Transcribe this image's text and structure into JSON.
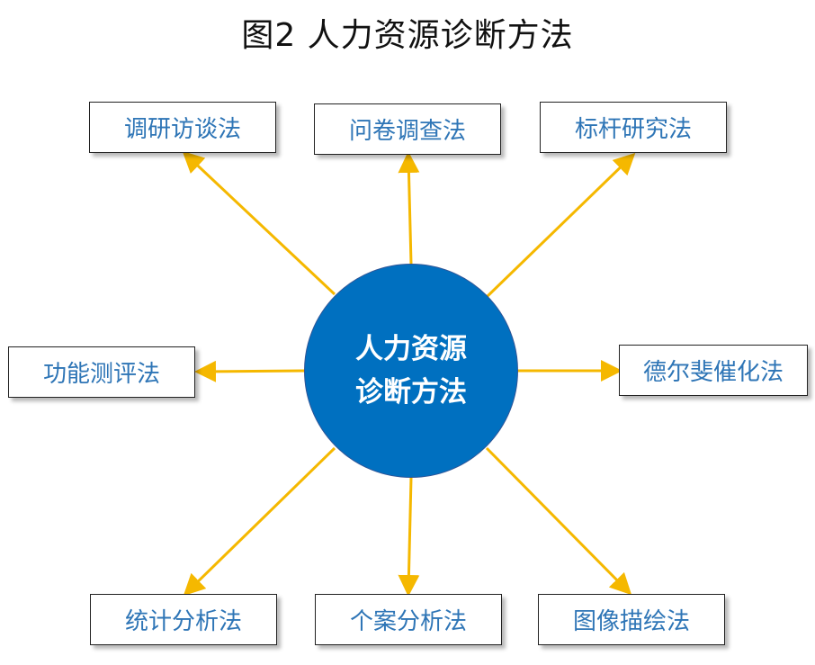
{
  "title": "图2  人力资源诊断方法",
  "center": {
    "line1": "人力资源",
    "line2": "诊断方法",
    "color": "#0070c0"
  },
  "arrow_color": "#f5b800",
  "methods": {
    "top_left": "调研访谈法",
    "top_center": "问卷调查法",
    "top_right": "标杆研究法",
    "middle_left": "功能测评法",
    "middle_right": "德尔斐催化法",
    "bottom_left": "统计分析法",
    "bottom_center": "个案分析法",
    "bottom_right": "图像描绘法"
  },
  "text_color": "#2e75b6"
}
